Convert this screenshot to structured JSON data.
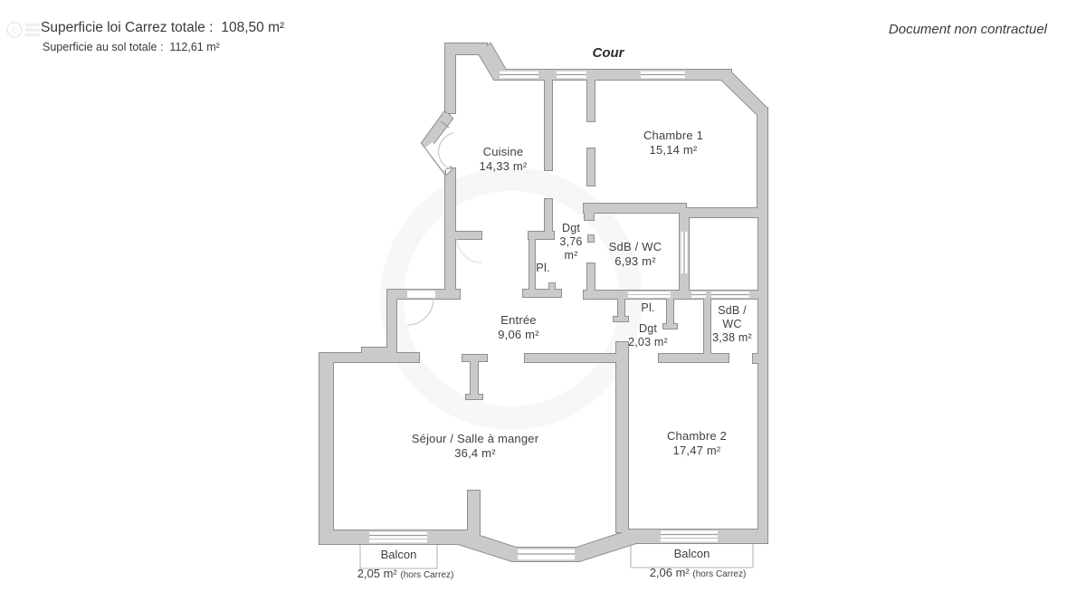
{
  "header": {
    "carrez_label": "Superficie loi Carrez totale :",
    "carrez_value": "108,50 m²",
    "sol_label": "Superficie au sol totale :",
    "sol_value": "112,61 m²",
    "disclaimer": "Document non contractuel"
  },
  "plan": {
    "exterior_label": "Cour",
    "rooms": {
      "cuisine": {
        "line1": "Cuisine",
        "line2": "14,33 m²"
      },
      "chambre1": {
        "line1": "Chambre 1",
        "line2": "15,14 m²"
      },
      "dgt1": {
        "line1": "Dgt",
        "line2": "3,76",
        "line3": "m²"
      },
      "pl1": {
        "line1": "Pl."
      },
      "sdb_wc_1": {
        "line1": "SdB / WC",
        "line2": "6,93 m²"
      },
      "entree": {
        "line1": "Entrée",
        "line2": "9,06 m²"
      },
      "pl2": {
        "line1": "Pl."
      },
      "dgt2": {
        "line1": "Dgt",
        "line2": "2,03 m²"
      },
      "sdb_wc_2": {
        "line1": "SdB /",
        "line2": "WC",
        "line3": "3,38 m²"
      },
      "sejour": {
        "line1": "Séjour / Salle à manger",
        "line2": "36,4 m²"
      },
      "chambre2": {
        "line1": "Chambre 2",
        "line2": "17,47 m²"
      }
    },
    "balcons": {
      "left": {
        "name": "Balcon",
        "area": "2,05 m²",
        "note": "(hors Carrez)"
      },
      "right": {
        "name": "Balcon",
        "area": "2,06 m²",
        "note": "(hors Carrez)"
      }
    },
    "colors": {
      "wall_fill": "#cacaca",
      "wall_stroke": "#8f8f8f",
      "window_line": "#9a9a9a"
    }
  },
  "watermark": {
    "symbol": "©"
  }
}
